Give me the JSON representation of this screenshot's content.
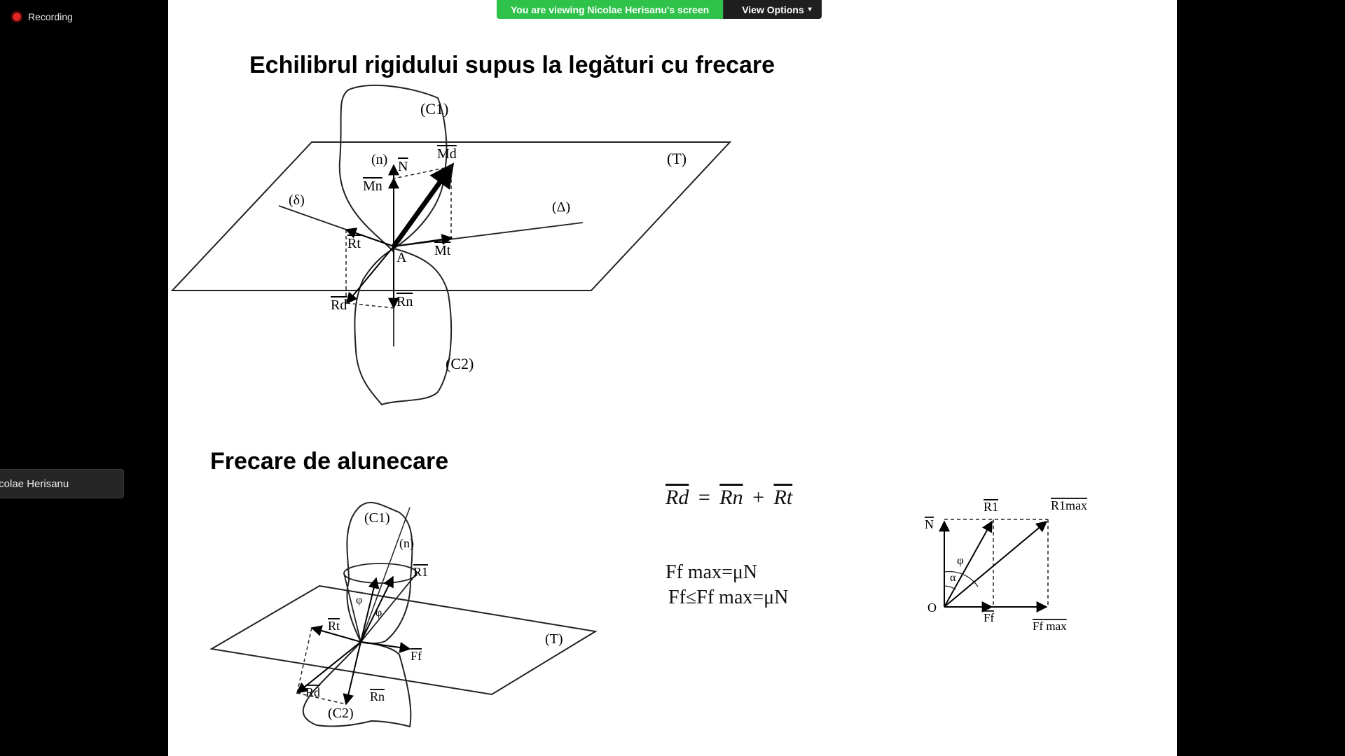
{
  "recording": {
    "label": "Recording"
  },
  "banner": {
    "text": "You are viewing Nicolae Herisanu's screen",
    "button": "View Options"
  },
  "participant": {
    "name": "Nicolae Herisanu"
  },
  "slide": {
    "title1": "Echilibrul rigidului supus la legături cu frecare",
    "title2": "Frecare de alunecare",
    "d1": {
      "c1": "(C1)",
      "c2": "(C2)",
      "t": "(T)",
      "n": "(n)",
      "N": "N",
      "Md": "Md",
      "Mn": "Mn",
      "delta": "(δ)",
      "Delta": "(Δ)",
      "Rt": "Rt",
      "A": "A",
      "Mt": "Mt",
      "Rd": "Rd",
      "Rn": "Rn"
    },
    "d2": {
      "c1": "(C1)",
      "c2": "(C2)",
      "t": "(T)",
      "n": "(n)",
      "R1": "R1",
      "phi1": "φ",
      "phi2": "φ",
      "Rt": "Rt",
      "Ff": "Ff",
      "Rd": "Rd",
      "Rn": "Rn"
    },
    "formula1": {
      "lhs": "Rd",
      "eq": "=",
      "rn": "Rn",
      "plus": "+",
      "rt": "Rt"
    },
    "formula2": "Ff max=μN",
    "formula3": "Ff≤Ff max=μN",
    "d3": {
      "N": "N",
      "R1": "R1",
      "R1max": "R1max",
      "phi": "φ",
      "alpha": "α",
      "O": "O",
      "Ff": "Ff",
      "Ffmax": "Ff max"
    }
  }
}
